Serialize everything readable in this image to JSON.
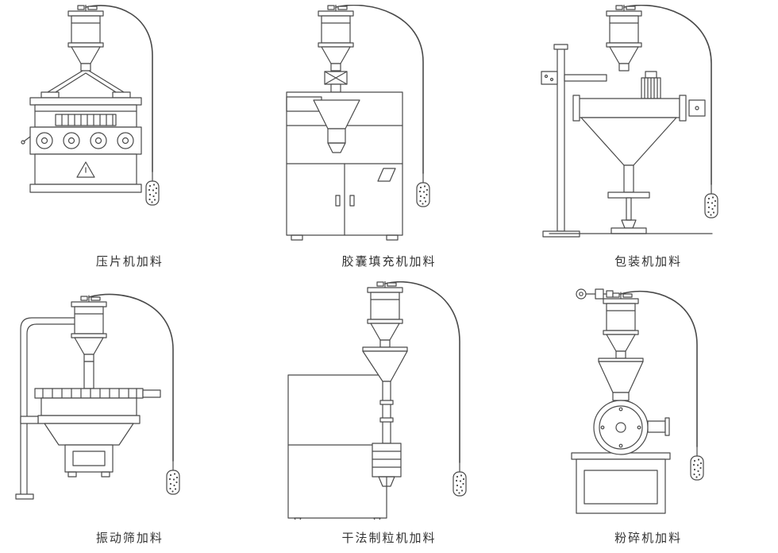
{
  "page": {
    "background_color": "#ffffff",
    "line_color": "#4a4a4a"
  },
  "diagrams": [
    {
      "id": "tablet-press",
      "caption": "压片机加料"
    },
    {
      "id": "capsule-filler",
      "caption": "胶囊填充机加料"
    },
    {
      "id": "packaging-machine",
      "caption": "包装机加料"
    },
    {
      "id": "vibrating-screen",
      "caption": "振动筛加料"
    },
    {
      "id": "dry-granulator",
      "caption": "干法制粒机加料"
    },
    {
      "id": "pulverizer",
      "caption": "粉碎机加料"
    }
  ]
}
